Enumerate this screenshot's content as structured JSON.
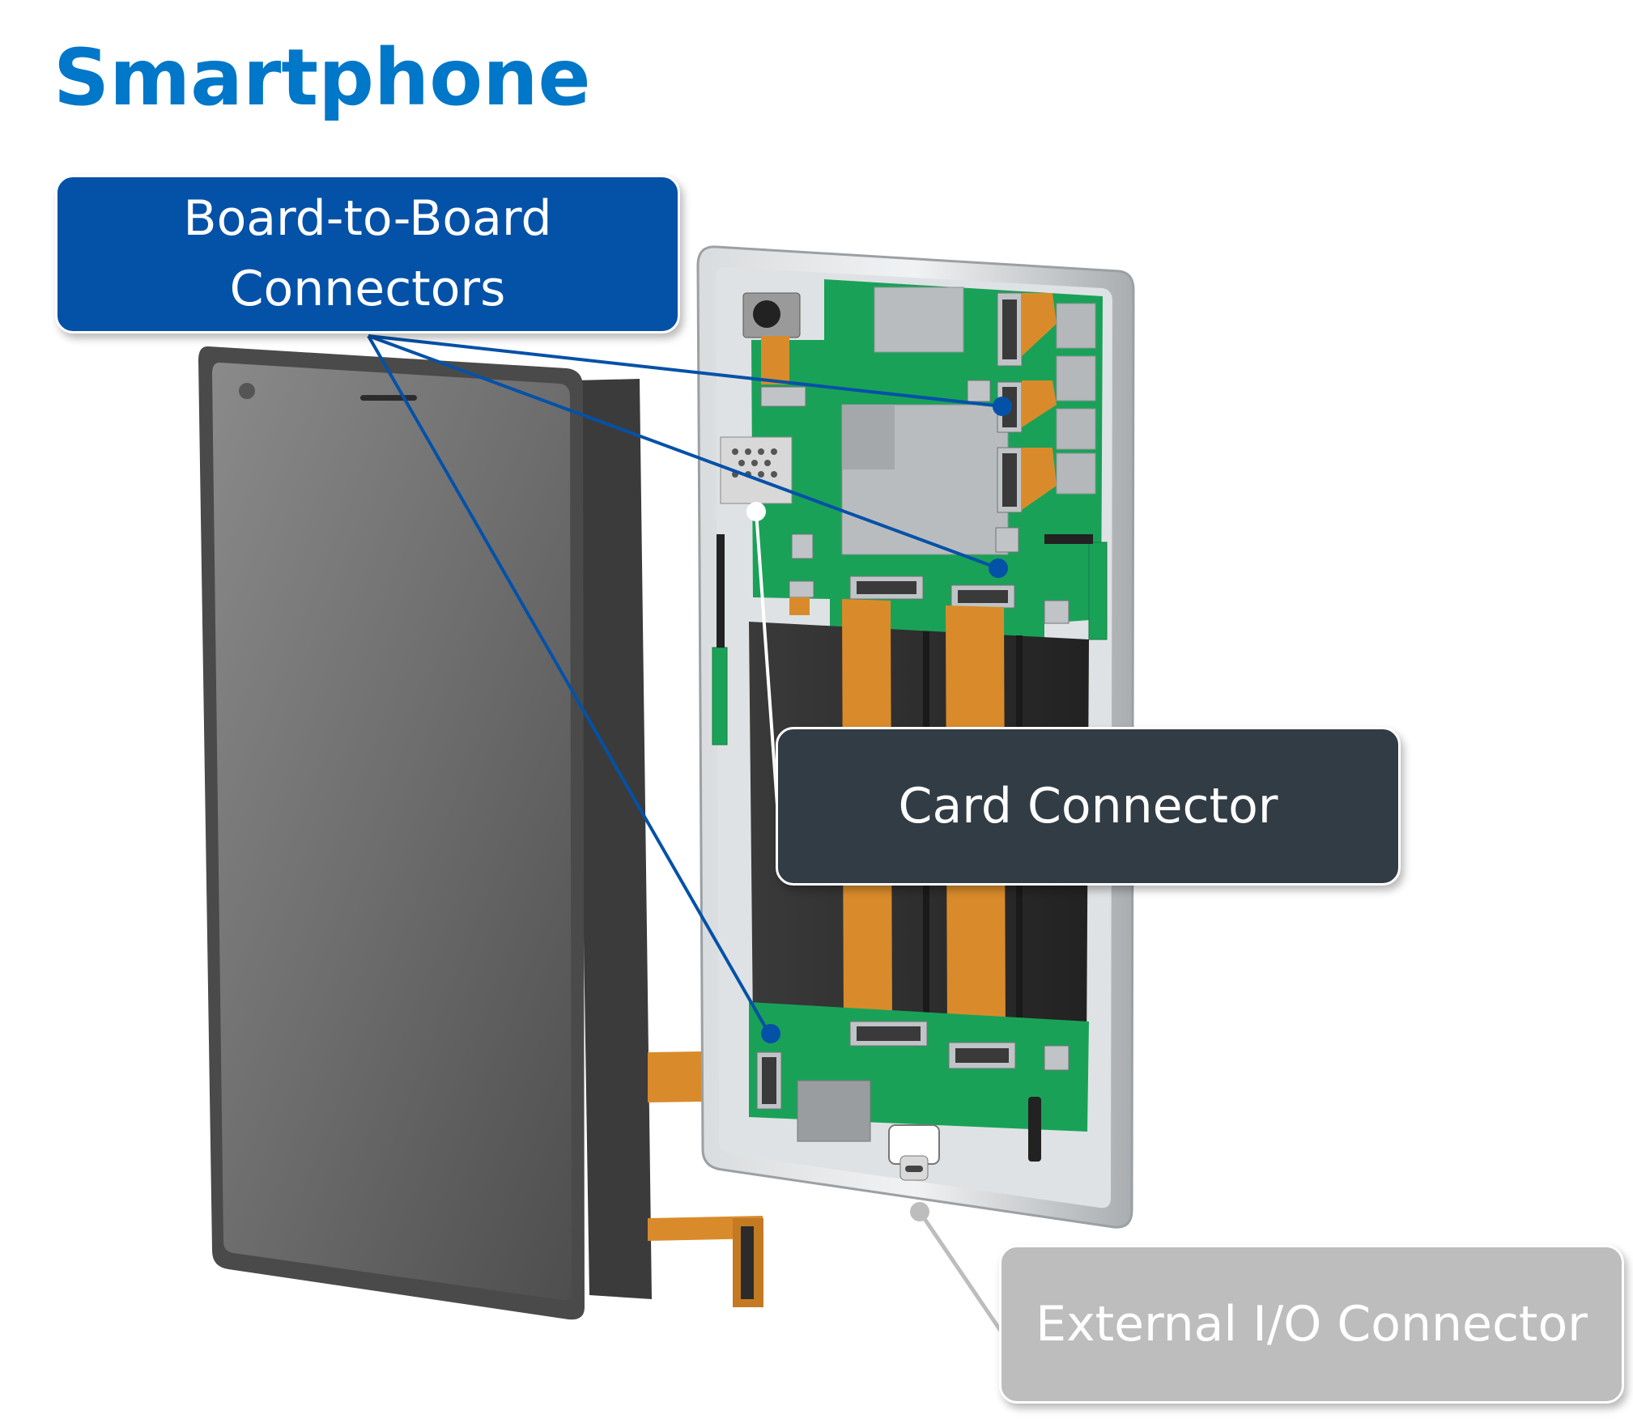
{
  "title": "Smartphone",
  "callouts": {
    "board_to_board": {
      "lines": [
        "Board-to-Board",
        "Connectors"
      ],
      "color": "#0451a8"
    },
    "card_connector": {
      "label": "Card Connector",
      "color": "#323c44"
    },
    "external_io": {
      "label": "External I/O Connector",
      "color": "#bdbdbd"
    }
  },
  "colors": {
    "title": "#0077c8",
    "pcb": "#1aa158",
    "flex_cable": "#d98b2b",
    "frame": "#bfc3c6",
    "screen": "#6b6b6b",
    "battery": "#2d2d2d"
  }
}
